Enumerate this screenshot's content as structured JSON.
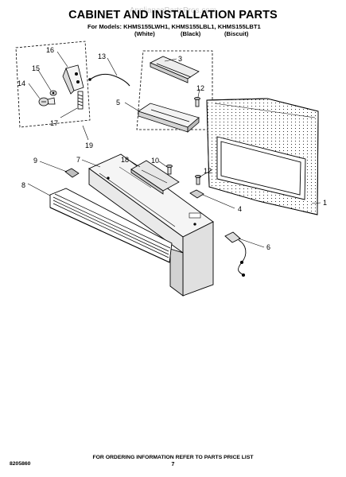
{
  "title": "CABINET AND INSTALLATION PARTS",
  "watermark": "AppliancePartsPros.com",
  "models": {
    "prefix": "For Models: KHMS155LWH1, KHMS155LBL1, KHMS155LBT1",
    "variants": [
      "(White)",
      "(Black)",
      "(Biscuit)"
    ]
  },
  "callouts": {
    "c1": "1",
    "c3": "3",
    "c4": "4",
    "c5": "5",
    "c6": "6",
    "c7": "7",
    "c8": "8",
    "c9": "9",
    "c10": "10",
    "c12a": "12",
    "c12b": "12",
    "c13": "13",
    "c14": "14",
    "c15": "15",
    "c16": "16",
    "c17": "17",
    "c18": "18",
    "c19": "19"
  },
  "footer": {
    "doc_number": "8205860",
    "ordering_note": "FOR ORDERING INFORMATION REFER TO PARTS PRICE LIST",
    "page_number": "7"
  }
}
